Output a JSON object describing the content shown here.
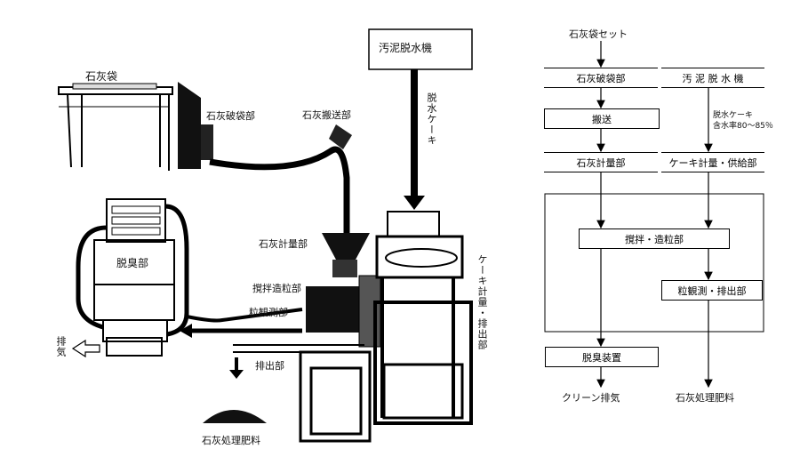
{
  "left": {
    "lime_bag": "石灰袋",
    "bag_breaker": "石灰破袋部",
    "lime_conveyor": "石灰搬送部",
    "sludge_dewaterer": "汚泥脱水機",
    "dewatered_cake": "脱水ケーキ",
    "deodorizer": "脱臭部",
    "lime_meter": "石灰計量部",
    "mixer_granulator": "撹拌造粒部",
    "granule_monitor": "粒観測部",
    "cake_meter_discharge": "ケーキ計量・排出部",
    "exhaust": "排気",
    "discharge": "排出部",
    "fertilizer": "石灰処理肥料"
  },
  "flow": {
    "start": "石灰袋セット",
    "bag_breaker": "石灰破袋部",
    "dewaterer": "汚 泥 脱 水 機",
    "transport": "搬送",
    "cake_note_1": "脱水ケーキ",
    "cake_note_2": "含水率80～85％",
    "lime_meter": "石灰計量部",
    "cake_meter": "ケーキ計量・供給部",
    "mixer": "撹拌・造粒部",
    "granule": "粒観測・排出部",
    "deodorizer": "脱臭装置",
    "clean_exhaust": "クリーン排気",
    "fertilizer": "石灰処理肥料"
  }
}
